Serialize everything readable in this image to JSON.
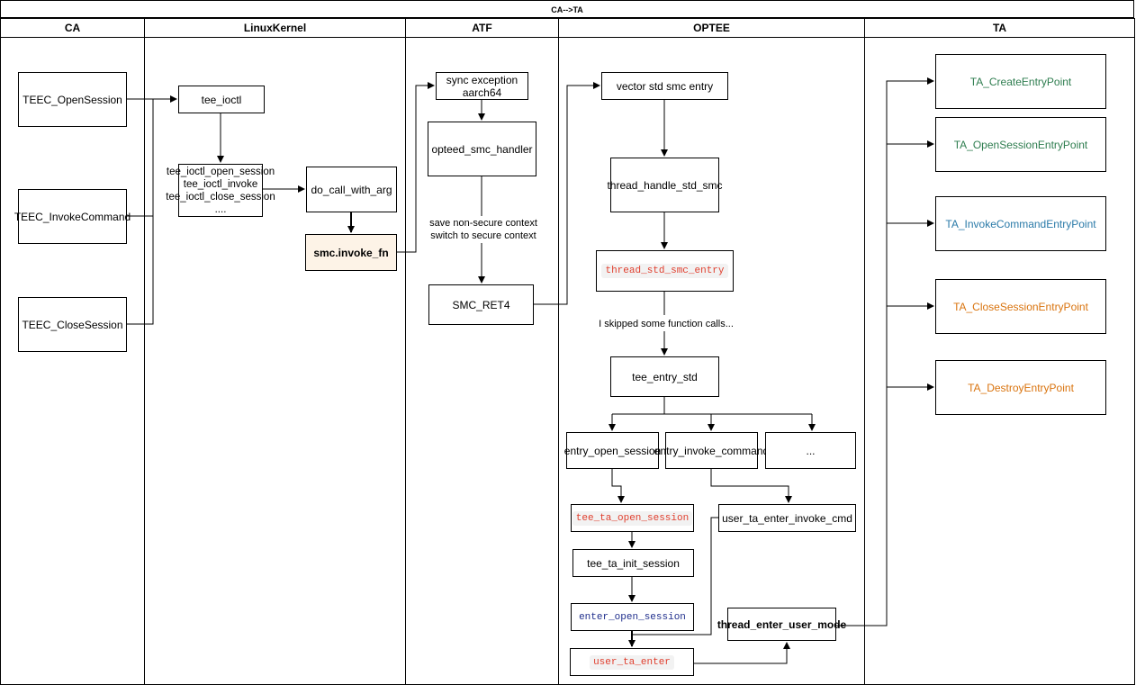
{
  "diagram": {
    "title": "CA-->TA",
    "lanes": [
      "CA",
      "LinuxKernel",
      "ATF",
      "OPTEE",
      "TA"
    ],
    "ca": {
      "open_session": "TEEC_OpenSession",
      "invoke_command": "TEEC_InvokeCommand",
      "close_session": "TEEC_CloseSession"
    },
    "kernel": {
      "tee_ioctl": "tee_ioctl",
      "ioctl_list": [
        "tee_ioctl_open_session",
        "tee_ioctl_invoke",
        "tee_ioctl_close_session",
        "...."
      ],
      "do_call_with_arg": "do_call_with_arg",
      "smc_invoke_fn": "smc.invoke_fn"
    },
    "atf": {
      "sync_exception": [
        "sync exception",
        "aarch64"
      ],
      "opteed_smc_handler": "opteed_smc_handler",
      "context_note": [
        "save non-secure context",
        "switch to secure context"
      ],
      "smc_ret4": "SMC_RET4"
    },
    "optee": {
      "vector_std_smc_entry": "vector std smc entry",
      "thread_handle_std_smc": "thread_handle_std_smc",
      "thread_std_smc_entry": "thread_std_smc_entry",
      "skip_note": "I skipped some function  calls...",
      "tee_entry_std": "tee_entry_std",
      "entry_open_session": "entry_open_session",
      "entry_invoke_command": "entry_invoke_command",
      "ellipsis": "...",
      "tee_ta_open_session": "tee_ta_open_session",
      "tee_ta_init_session": "tee_ta_init_session",
      "enter_open_session": "enter_open_session",
      "user_ta_enter": "user_ta_enter",
      "user_ta_enter_invoke_cmd": "user_ta_enter_invoke_cmd",
      "thread_enter_user_mode": "thread_enter_user_mode"
    },
    "ta": {
      "create": "TA_CreateEntryPoint",
      "open_session": "TA_OpenSessionEntryPoint",
      "invoke_command": "TA_InvokeCommandEntryPoint",
      "close_session": "TA_CloseSessionEntryPoint",
      "destroy": "TA_DestroyEntryPoint"
    },
    "colors": {
      "red_code": "#e03e2d",
      "blue_code": "#1f2e8c",
      "green": "#2e7d4f",
      "teal": "#2a7aa8",
      "orange": "#d9730d",
      "code_bg": "#f2f2f2"
    }
  }
}
